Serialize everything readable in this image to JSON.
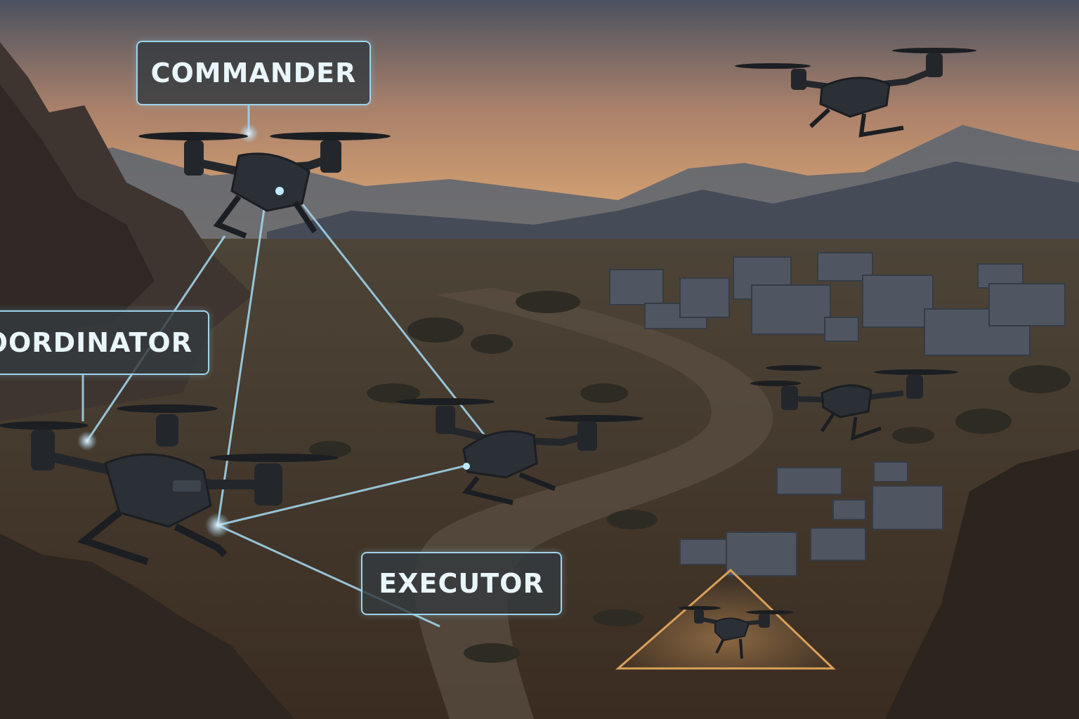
{
  "scene": {
    "labels": {
      "commander": "COMMANDER",
      "coordinator": "COORDINATOR",
      "executor": "EXECUTOR"
    },
    "colors": {
      "sky_top": "#4a5260",
      "sky_glow": "#d9a26f",
      "terrain": "#4a3b2c",
      "link_line": "#9fd3ea",
      "target_marker": "#d9a15a",
      "drone_body": "#2b3036"
    },
    "icons": [
      "drone-icon",
      "target-triangle-icon",
      "signal-node-icon"
    ]
  }
}
